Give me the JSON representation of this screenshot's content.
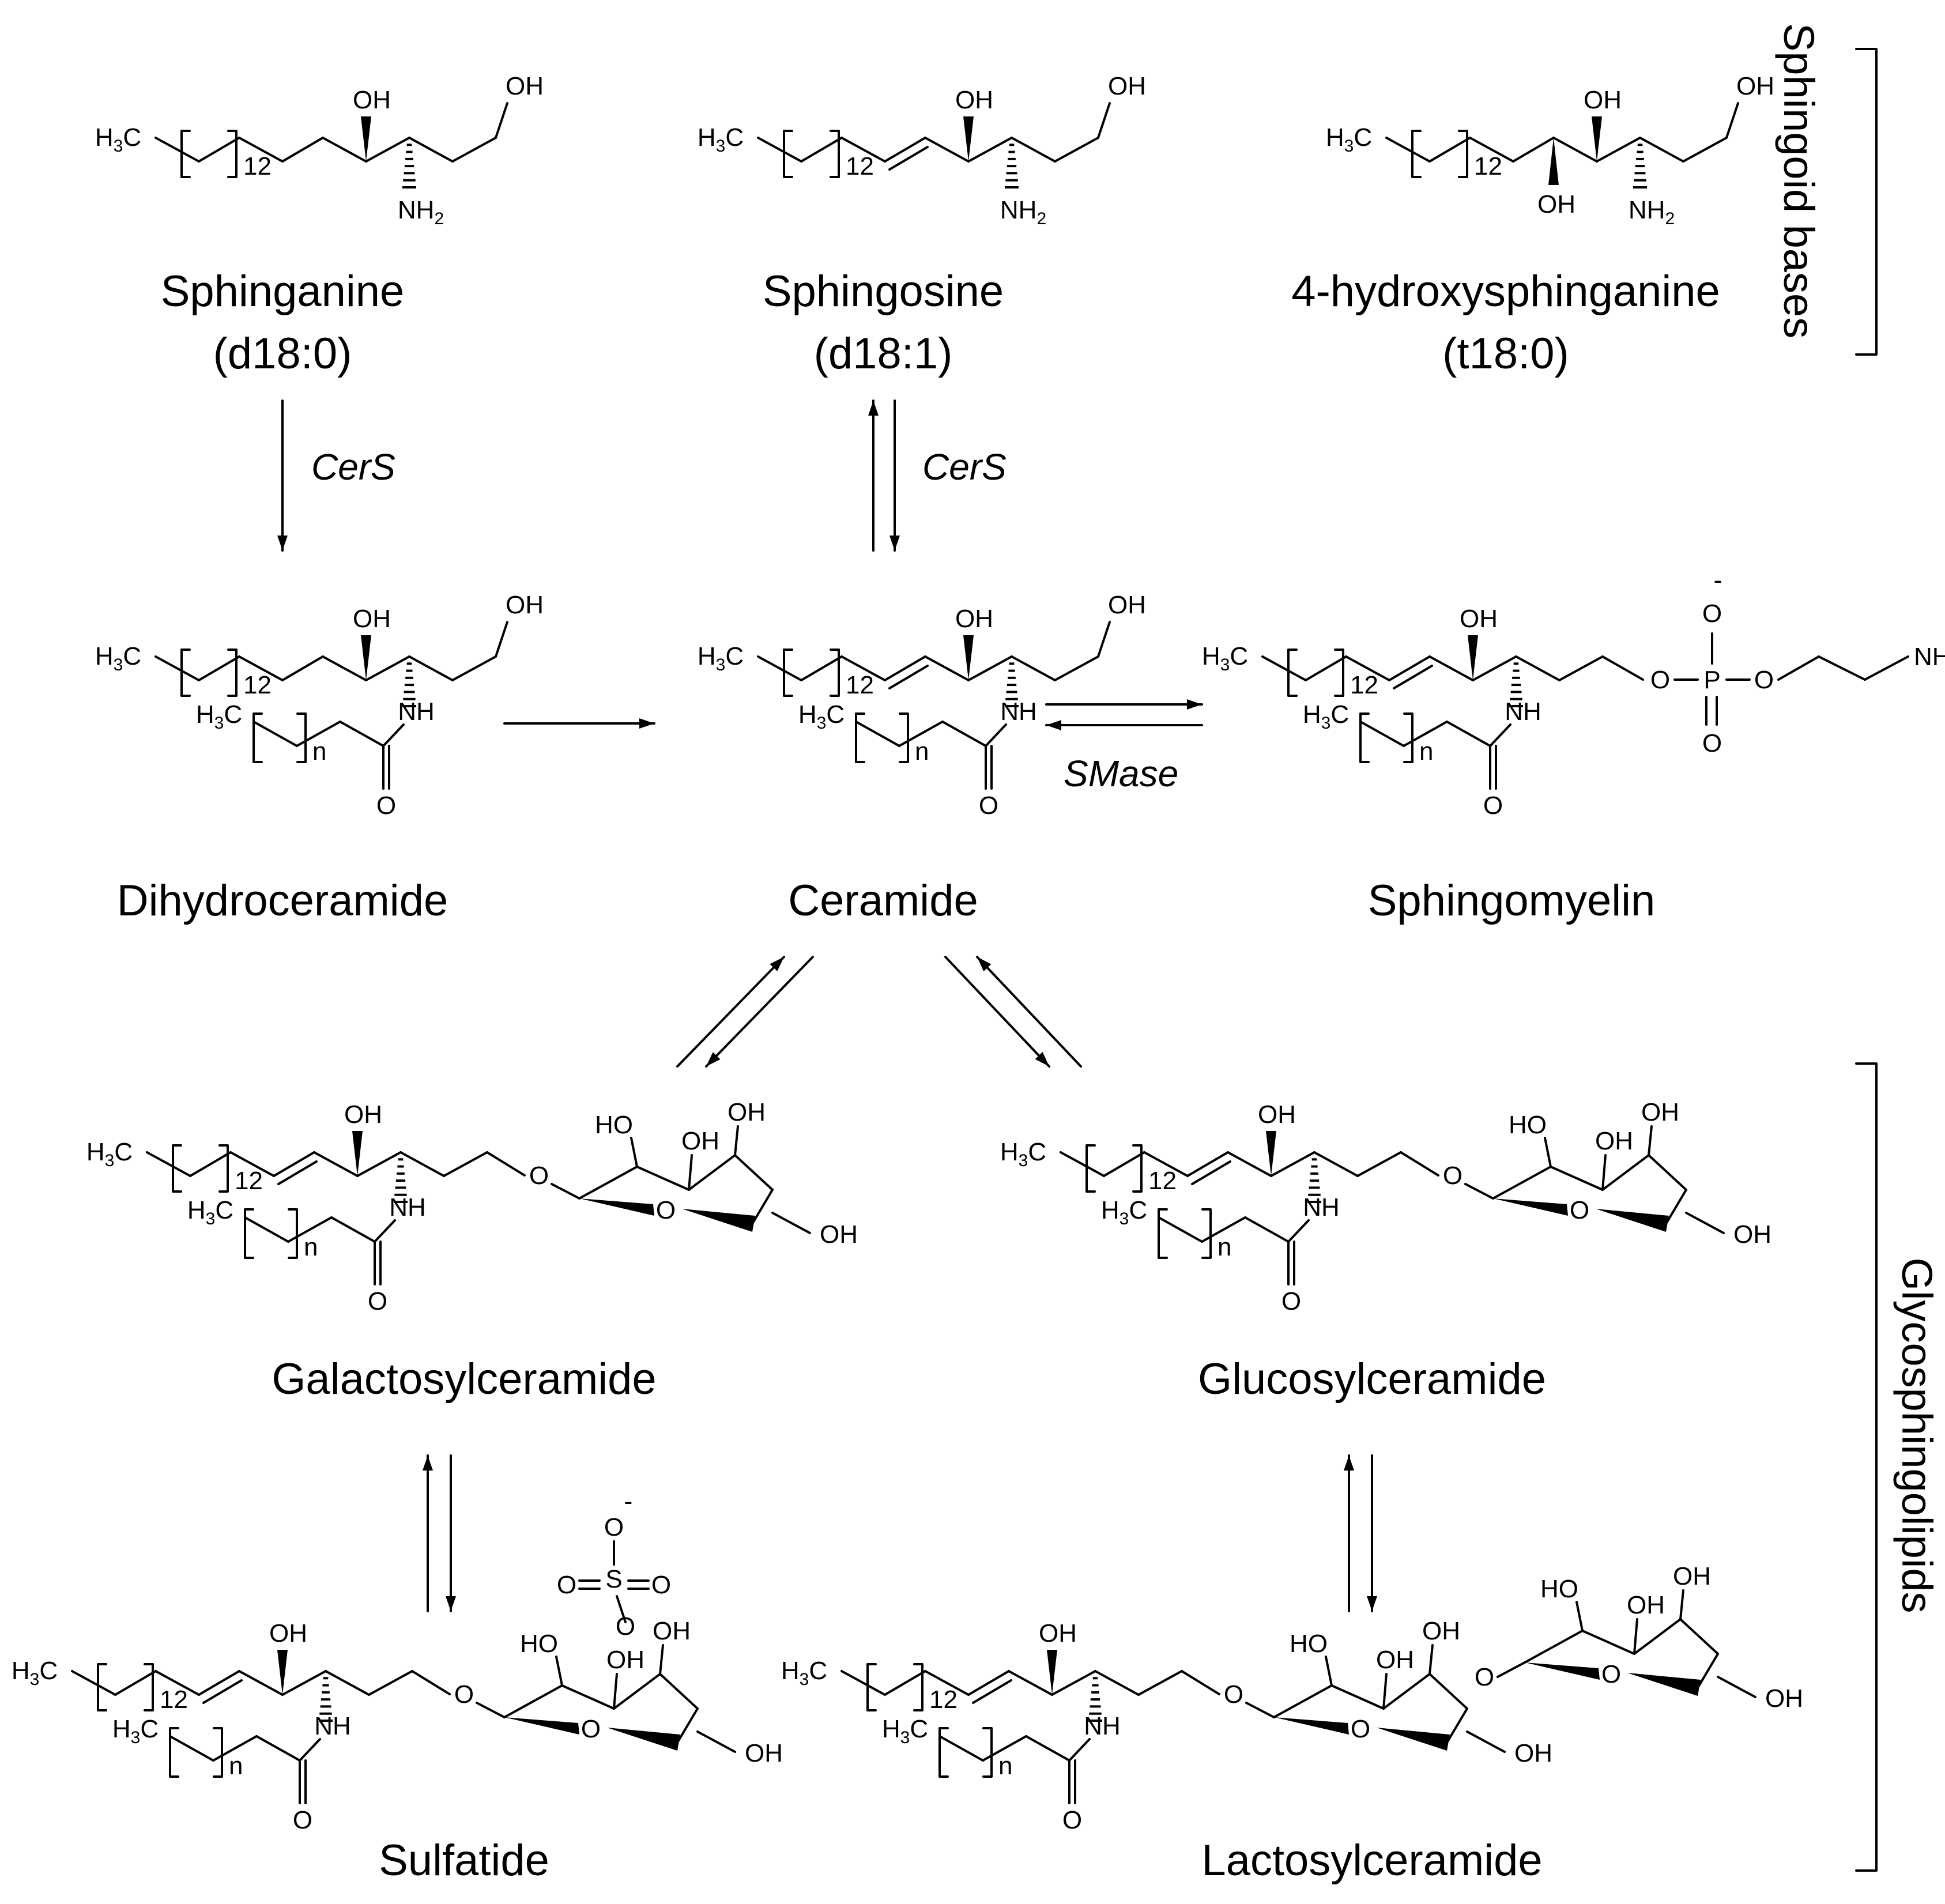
{
  "compounds": {
    "sphinganine": {
      "name": "Sphinganine",
      "notation": "(d18:0)"
    },
    "sphingosine": {
      "name": "Sphingosine",
      "notation": "(d18:1)"
    },
    "hydroxysphinganine": {
      "name": "4-hydroxysphinganine",
      "notation": "(t18:0)"
    },
    "dihydroceramide": {
      "name": "Dihydroceramide"
    },
    "ceramide": {
      "name": "Ceramide"
    },
    "sphingomyelin": {
      "name": "Sphingomyelin"
    },
    "galactosylceramide": {
      "name": "Galactosylceramide"
    },
    "glucosylceramide": {
      "name": "Glucosylceramide"
    },
    "sulfatide": {
      "name": "Sulfatide"
    },
    "lactosylceramide": {
      "name": "Lactosylceramide"
    }
  },
  "enzymes": {
    "cers_left": "CerS",
    "cers_right": "CerS",
    "smase": "SMase"
  },
  "groups": {
    "sphingoid_bases": "Sphingoid bases",
    "glycosphingolipids": "Glycosphingolipids"
  },
  "atoms": {
    "OH": "OH",
    "H": "H",
    "C": "C",
    "three": "3",
    "N": "N",
    "two": "2",
    "NH": "NH",
    "O": "O",
    "P": "P",
    "S": "S",
    "minus": "-",
    "plus": "+",
    "HO": "HO",
    "twelve": "12",
    "n": "n"
  }
}
